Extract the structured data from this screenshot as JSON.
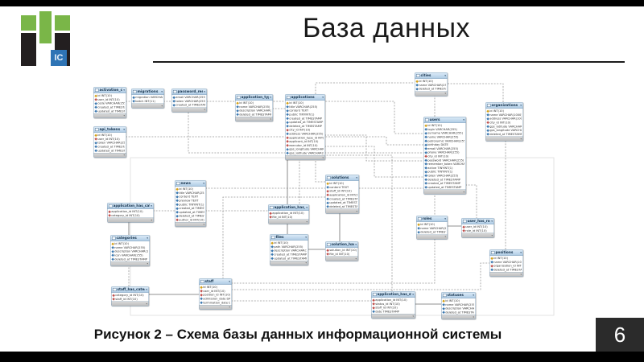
{
  "slide": {
    "title": "База данных",
    "caption": "Рисунок 2 – Схема базы данных информационной системы",
    "page_number": "6",
    "logo_text": "IC"
  },
  "colors": {
    "logo_green": "#7ab648",
    "logo_dark": "#231f20",
    "logo_blue": "#2e74b5",
    "table_header_blue": "#aecbe4",
    "table_border": "#8aa5bd",
    "table_footer_gray": "#c9c9c9",
    "connector_gray": "#999999",
    "pk_marker": "#d4a017",
    "fk_marker": "#c0504d",
    "column_marker": "#3b78b0",
    "page_box_dark": "#2b2b2b"
  },
  "diagram": {
    "tables": [
      {
        "name": "activation_codes",
        "fields": [
          "id INT(10)",
          "user_id INT(10)",
          "code VARCHAR(255)",
          "created_at TIMESTAMP",
          "updated_at TIMESTAMP"
        ]
      },
      {
        "name": "migrations",
        "fields": [
          "migration VARCHAR(255)",
          "batch INT(11)"
        ]
      },
      {
        "name": "password_resets",
        "fields": [
          "email VARCHAR(255)",
          "token VARCHAR(255)",
          "created_at TIMESTAMP"
        ]
      },
      {
        "name": "api_tokens",
        "fields": [
          "id INT(10)",
          "user_id INT(10)",
          "token VARCHAR(255)",
          "created_at TIMESTAMP",
          "updated_at TIMESTAMP"
        ]
      },
      {
        "name": "application_has_categories",
        "fields": [
          "application_id INT(10)",
          "category_id INT(10)"
        ]
      },
      {
        "name": "categories",
        "fields": [
          "id INT(10)",
          "name VARCHAR(255)",
          "description VARCHAR(1000)",
          "icon VARCHAR(255)",
          "deleted_at TIMESTAMP"
        ]
      },
      {
        "name": "staff_has_categories",
        "fields": [
          "category_id INT(10)",
          "staff_id INT(10)"
        ]
      },
      {
        "name": "news",
        "fields": [
          "id INT(10)",
          "title VARCHAR(255)",
          "content TEXT",
          "preview TEXT",
          "public TINYINT(1)",
          "created_at TIMESTAMP",
          "updated_at TIMESTAMP",
          "deleted_at TIMESTAMP",
          "author_id INT(10)"
        ]
      },
      {
        "name": "staff",
        "fields": [
          "id INT(10)",
          "user_id INT(10)",
          "position_id INT(10)",
          "admission_date DATE",
          "termination_date DATE"
        ]
      },
      {
        "name": "application_types",
        "fields": [
          "id INT(10)",
          "name VARCHAR(255)",
          "description VARCHAR(255)",
          "deleted_at TIMESTAMP"
        ]
      },
      {
        "name": "applications",
        "fields": [
          "id INT(10)",
          "title VARCHAR(255)",
          "content TEXT",
          "public TINYINT(1)",
          "created_at TIMESTAMP",
          "updated_at TIMESTAMP",
          "deleted_at TIMESTAMP",
          "city_id INT(10)",
          "address VARCHAR(255)",
          "application_type_id INT(10)",
          "applicant_id INT(10)",
          "executor_id INT(10)",
          "gps_longitude VARCHAR(255)",
          "gps_latitude VARCHAR(255)"
        ]
      },
      {
        "name": "application_has_files",
        "fields": [
          "application_id INT(10)",
          "file_id INT(10)"
        ]
      },
      {
        "name": "files",
        "fields": [
          "id INT(10)",
          "path VARCHAR(255)",
          "description VARCHAR(1000)",
          "created_at TIMESTAMP",
          "updated_at TIMESTAMP"
        ]
      },
      {
        "name": "cities",
        "fields": [
          "id INT(10)",
          "name VARCHAR(255)",
          "deleted_at TIMESTAMP"
        ]
      },
      {
        "name": "users",
        "fields": [
          "id INT(10)",
          "login VARCHAR(255)",
          "surname VARCHAR(255)",
          "name VARCHAR(255)",
          "patronymic VARCHAR(255)",
          "birthday DATE",
          "email VARCHAR(255)",
          "phone VARCHAR(255)",
          "city_id INT(10)",
          "password VARCHAR(255)",
          "remember_token VARCHAR(100)",
          "active TINYINT(1)",
          "public TINYINT(1)",
          "token VARCHAR(255)",
          "deleted_at TIMESTAMP",
          "created_at TIMESTAMP",
          "updated_at TIMESTAMP"
        ]
      },
      {
        "name": "organizations",
        "fields": [
          "id INT(10)",
          "name VARCHAR(1000)",
          "address VARCHAR(1000)",
          "city_id INT(10)",
          "gps_latitude VARCHAR(255)",
          "gps_longitude VARCHAR(255)",
          "deleted_at TIMESTAMP"
        ]
      },
      {
        "name": "solutions",
        "fields": [
          "id INT(10)",
          "content TEXT",
          "staff_id INT(10)",
          "application_id INT(10)",
          "created_at TIMESTAMP",
          "updated_at TIMESTAMP",
          "deleted_at TIMESTAMP"
        ]
      },
      {
        "name": "solution_has_files",
        "fields": [
          "solution_id INT(10)",
          "file_id INT(10)"
        ]
      },
      {
        "name": "roles",
        "fields": [
          "id INT(10)",
          "name VARCHAR(255)",
          "deleted_at TIMESTAMP"
        ]
      },
      {
        "name": "user_has_roles",
        "fields": [
          "user_id INT(10)",
          "role_id INT(10)"
        ]
      },
      {
        "name": "positions",
        "fields": [
          "id INT(10)",
          "name VARCHAR(1000)",
          "organization_id INT(10)",
          "deleted_at TIMESTAMP"
        ]
      },
      {
        "name": "application_has_statuses",
        "fields": [
          "application_id INT(10)",
          "status_id INT(10)",
          "staff_id INT(10)",
          "date TIMESTAMP"
        ]
      },
      {
        "name": "statuses",
        "fields": [
          "id INT(10)",
          "name VARCHAR(255)",
          "description VARCHAR(1000)",
          "deleted_at TIMESTAMP"
        ]
      }
    ]
  }
}
